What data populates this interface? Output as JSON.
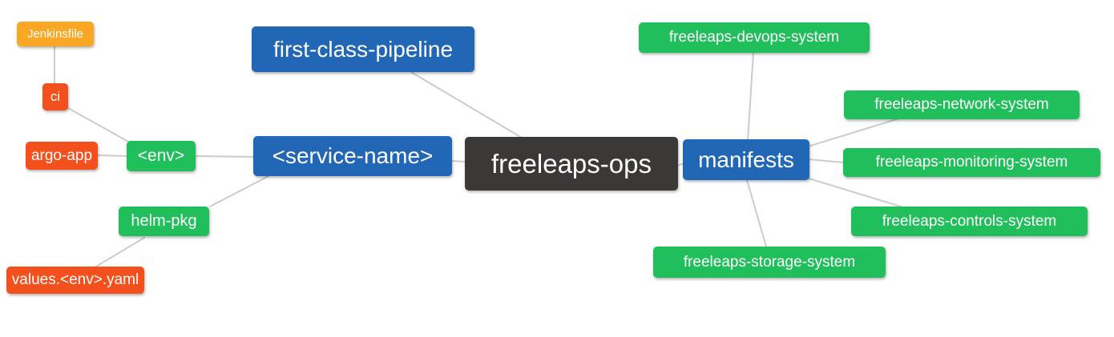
{
  "diagram": {
    "type": "mindmap",
    "title": "freeleaps-ops repository structure mind map",
    "colors": {
      "blue": "#2167b5",
      "green": "#21bf5b",
      "red": "#f4501d",
      "orange": "#f9a825",
      "dark": "#3b3838",
      "connector": "#cccccc",
      "text": "#ffffff",
      "background": "#ffffff"
    },
    "nodes": [
      {
        "id": "jenkinsfile",
        "label": "Jenkinsfile",
        "color": "#f9a825"
      },
      {
        "id": "ci",
        "label": "ci",
        "color": "#f4501d"
      },
      {
        "id": "argo-app",
        "label": "argo-app",
        "color": "#f4501d"
      },
      {
        "id": "env",
        "label": "<env>",
        "color": "#21bf5b"
      },
      {
        "id": "helm-pkg",
        "label": "helm-pkg",
        "color": "#21bf5b"
      },
      {
        "id": "values-env-yaml",
        "label": "values.<env>.yaml",
        "color": "#f4501d"
      },
      {
        "id": "first-class-pipeline",
        "label": "first-class-pipeline",
        "color": "#2167b5"
      },
      {
        "id": "service-name",
        "label": "<service-name>",
        "color": "#2167b5"
      },
      {
        "id": "freeleaps-ops",
        "label": "freeleaps-ops",
        "color": "#3b3838"
      },
      {
        "id": "manifests",
        "label": "manifests",
        "color": "#2167b5"
      },
      {
        "id": "freeleaps-devops-system",
        "label": "freeleaps-devops-system",
        "color": "#21bf5b"
      },
      {
        "id": "freeleaps-network-system",
        "label": "freeleaps-network-system",
        "color": "#21bf5b"
      },
      {
        "id": "freeleaps-monitoring-system",
        "label": "freeleaps-monitoring-system",
        "color": "#21bf5b"
      },
      {
        "id": "freeleaps-controls-system",
        "label": "freeleaps-controls-system",
        "color": "#21bf5b"
      },
      {
        "id": "freeleaps-storage-system",
        "label": "freeleaps-storage-system",
        "color": "#21bf5b"
      }
    ],
    "edges": [
      {
        "from": "ci",
        "to": "Jenkinsfile"
      },
      {
        "from": "<env>",
        "to": "ci"
      },
      {
        "from": "<env>",
        "to": "argo-app"
      },
      {
        "from": "<service-name>",
        "to": "<env>"
      },
      {
        "from": "<service-name>",
        "to": "helm-pkg"
      },
      {
        "from": "helm-pkg",
        "to": "values.<env>.yaml"
      },
      {
        "from": "freeleaps-ops",
        "to": "first-class-pipeline"
      },
      {
        "from": "freeleaps-ops",
        "to": "<service-name>"
      },
      {
        "from": "freeleaps-ops",
        "to": "manifests"
      },
      {
        "from": "manifests",
        "to": "freeleaps-devops-system"
      },
      {
        "from": "manifests",
        "to": "freeleaps-network-system"
      },
      {
        "from": "manifests",
        "to": "freeleaps-monitoring-system"
      },
      {
        "from": "manifests",
        "to": "freeleaps-controls-system"
      },
      {
        "from": "manifests",
        "to": "freeleaps-storage-system"
      }
    ]
  }
}
